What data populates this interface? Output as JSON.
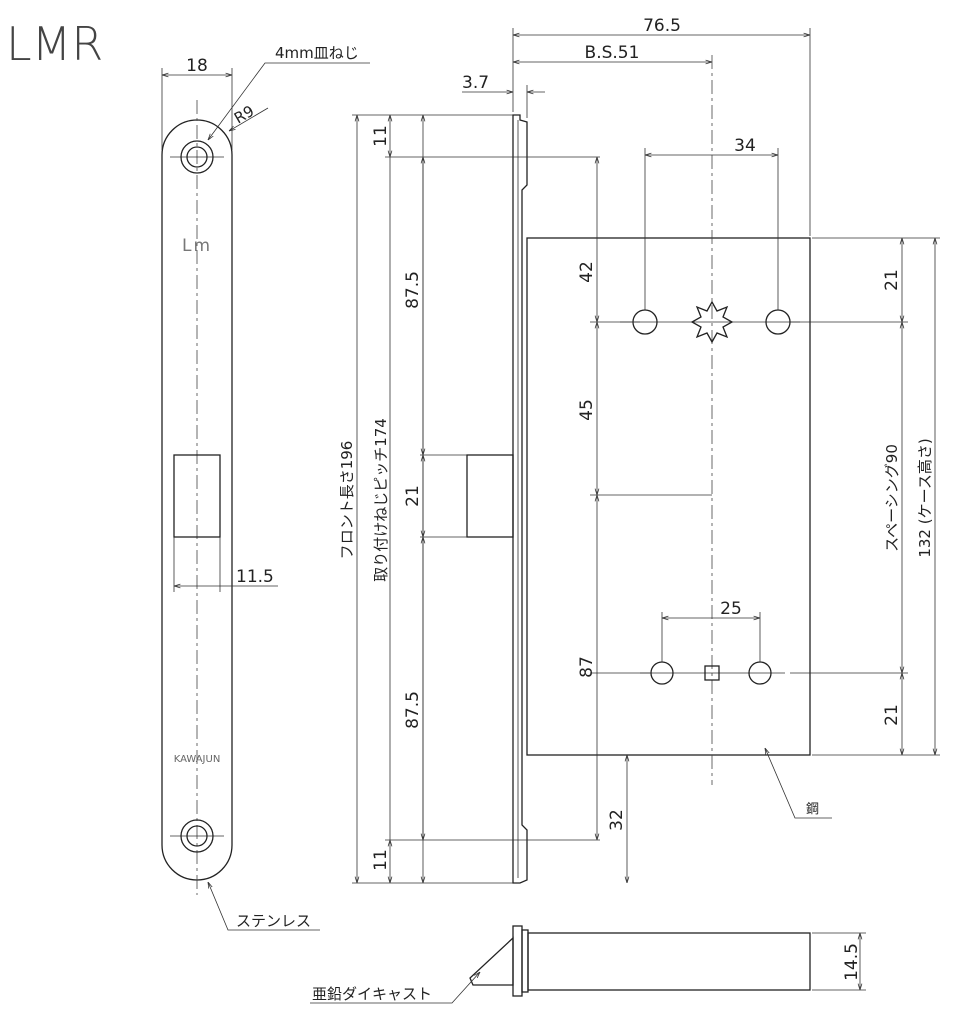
{
  "title": "LMR",
  "front_view": {
    "width_dim": "18",
    "screw_note": "4mm皿ねじ",
    "radius_dim": "R9",
    "logo": "Lm",
    "brand": "KAWAJUN",
    "slot_dim": "11.5",
    "material": "ステンレス"
  },
  "side_view": {
    "overall_depth": "76.5",
    "backset": "B.S.51",
    "front_thickness": "3.7",
    "cylinder_pitch": "34",
    "lever_pitch": "25",
    "front_length": "フロント長さ196",
    "screw_pitch": "取り付けねじピッチ174",
    "top_margin": "11",
    "upper_span": "87.5",
    "latch_height": "21",
    "lower_span": "87.5",
    "bottom_margin": "11",
    "dim_42": "42",
    "dim_45": "45",
    "dim_87": "87",
    "dim_32": "32",
    "case_top": "21",
    "spacing": "スペーシング90",
    "case_bottom": "21",
    "case_height": "132 (ケース高さ)",
    "case_material": "鋼"
  },
  "bottom_view": {
    "thickness": "14.5",
    "latch_material": "亜鉛ダイキャスト"
  }
}
